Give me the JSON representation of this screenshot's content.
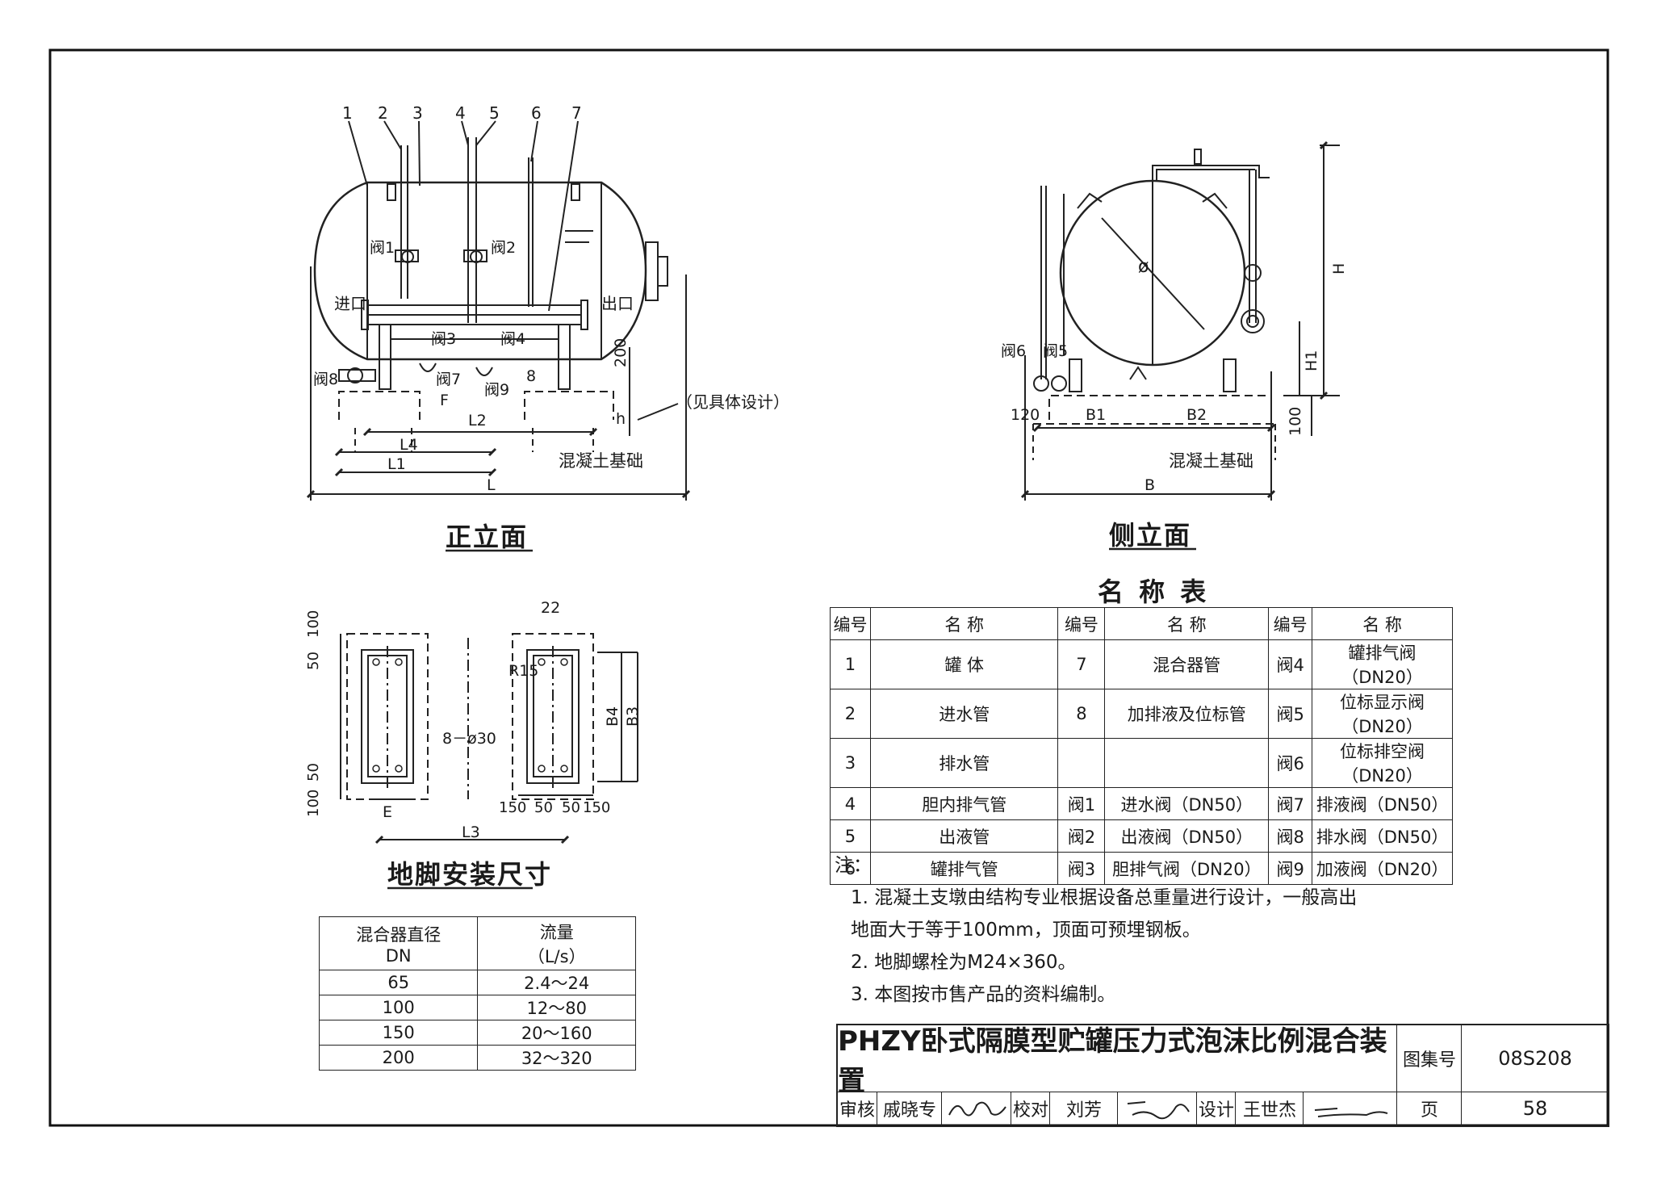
{
  "views": {
    "front": {
      "title": "正立面",
      "callouts": [
        "1",
        "2",
        "3",
        "4",
        "5",
        "6",
        "7"
      ],
      "labels": {
        "inlet": "进口",
        "outlet": "出口",
        "v1": "阀1",
        "v2": "阀2",
        "v3": "阀3",
        "v4": "阀4",
        "v7": "阀7",
        "v8": "阀8",
        "v9": "阀9",
        "n8": "8",
        "dim_200": "200",
        "dim_h": "h",
        "note_design": "（见具体设计）",
        "foundation": "混凝土基础",
        "F": "F",
        "L2": "L2",
        "L4": "L4",
        "L1": "L1",
        "L": "L"
      }
    },
    "side": {
      "title": "侧立面",
      "labels": {
        "v6": "阀6",
        "v5": "阀5",
        "phi": "ø",
        "H": "H",
        "H1": "H1",
        "dim_100": "100",
        "dim_120": "120",
        "B1": "B1",
        "B2": "B2",
        "B": "B",
        "foundation": "混凝土基础"
      }
    },
    "anchor": {
      "title": "地脚安装尺寸",
      "labels": {
        "d22": "22",
        "R15": "R15",
        "holes": "8－ø30",
        "B4": "B4",
        "B3": "B3",
        "E": "E",
        "L3": "L3",
        "top_left_50": "50",
        "top_left_100": "100",
        "bot_left_100": "100",
        "bot_left_50": "50",
        "b150a": "150",
        "b50a": "50",
        "b50b": "50",
        "b150b": "150"
      }
    }
  },
  "parts_table": {
    "title": "名 称 表",
    "headers": [
      "编号",
      "名  称",
      "编号",
      "名  称",
      "编号",
      "名  称"
    ],
    "rows": [
      [
        "1",
        "罐  体",
        "7",
        "混合器管",
        "阀4",
        "罐排气阀（DN20）"
      ],
      [
        "2",
        "进水管",
        "8",
        "加排液及位标管",
        "阀5",
        "位标显示阀（DN20）"
      ],
      [
        "3",
        "排水管",
        "",
        "",
        "阀6",
        "位标排空阀（DN20）"
      ],
      [
        "4",
        "胆内排气管",
        "阀1",
        "进水阀（DN50）",
        "阀7",
        "排液阀（DN50）"
      ],
      [
        "5",
        "出液管",
        "阀2",
        "出液阀（DN50）",
        "阀8",
        "排水阀（DN50）"
      ],
      [
        "6",
        "罐排气管",
        "阀3",
        "胆排气阀（DN20）",
        "阀9",
        "加液阀（DN20）"
      ]
    ]
  },
  "flow_table": {
    "header_1a": "混合器直径",
    "header_1b": "DN",
    "header_2a": "流量",
    "header_2b": "（L/s）",
    "rows": [
      [
        "65",
        "2.4～24"
      ],
      [
        "100",
        "12～80"
      ],
      [
        "150",
        "20～160"
      ],
      [
        "200",
        "32～320"
      ]
    ]
  },
  "notes": {
    "heading": "注：",
    "items": [
      "1.  混凝土支墩由结构专业根据设备总重量进行设计，一般高出",
      "     地面大于等于100mm，顶面可预埋钢板。",
      "2.  地脚螺栓为M24×360。",
      "3.  本图按市售产品的资料编制。"
    ]
  },
  "title_block": {
    "title": "PHZY卧式隔膜型贮罐压力式泡沫比例混合装置",
    "atlas_label": "图集号",
    "atlas_no": "08S208",
    "page_label": "页",
    "page_no": "58",
    "review_label": "审核",
    "reviewer": "戚晓专",
    "check_label": "校对",
    "checker": "刘芳",
    "design_label": "设计",
    "designer": "王世杰"
  }
}
